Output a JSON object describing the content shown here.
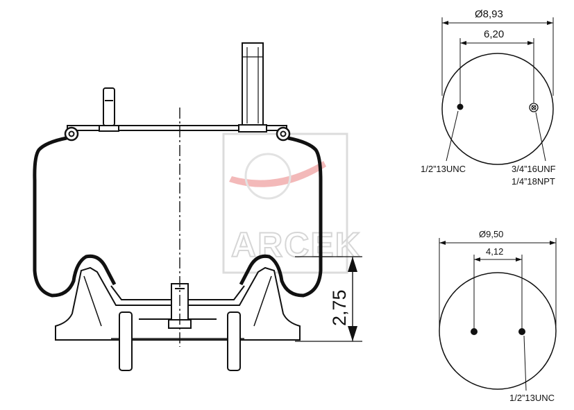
{
  "watermark": {
    "text": "ARCEK",
    "stroke": "#dcdcdc",
    "accent": "#f3b9b9"
  },
  "colors": {
    "line": "#111111",
    "body": "#ffffff"
  },
  "side_view": {
    "height_dim": "2,75"
  },
  "top_plate": {
    "outer_dim": "Ø8,93",
    "inner_dim": "6,20",
    "left_thread": "1/2”13UNC",
    "right_thread_1": "3/4”16UNF",
    "right_thread_2": "1/4”18NPT"
  },
  "bottom_plate": {
    "outer_dim": "Ø9,50",
    "inner_dim": "4,12",
    "thread": "1/2”13UNC"
  }
}
